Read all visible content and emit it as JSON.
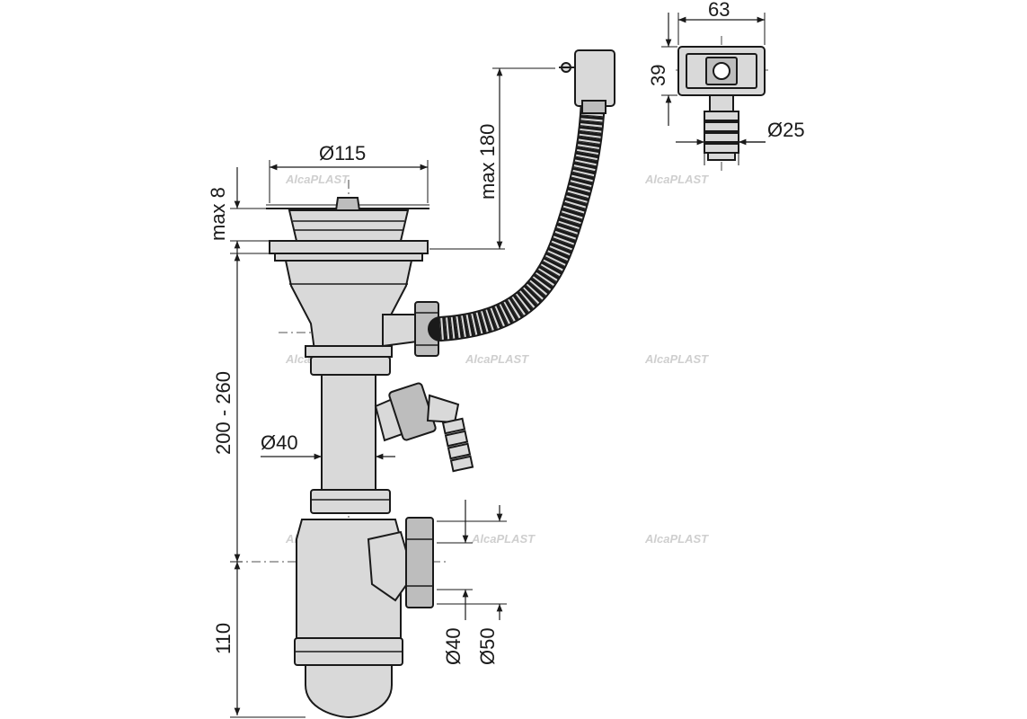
{
  "dimensions": {
    "d115": "Ø115",
    "max8": "max 8",
    "max180": "max 180",
    "w63": "63",
    "h39": "39",
    "d25": "Ø25",
    "range200_260": "200 - 260",
    "d40_pipe": "Ø40",
    "h110": "110",
    "d40_outlet": "Ø40",
    "d50_outlet": "Ø50"
  },
  "watermark": "AlcaPLAST"
}
